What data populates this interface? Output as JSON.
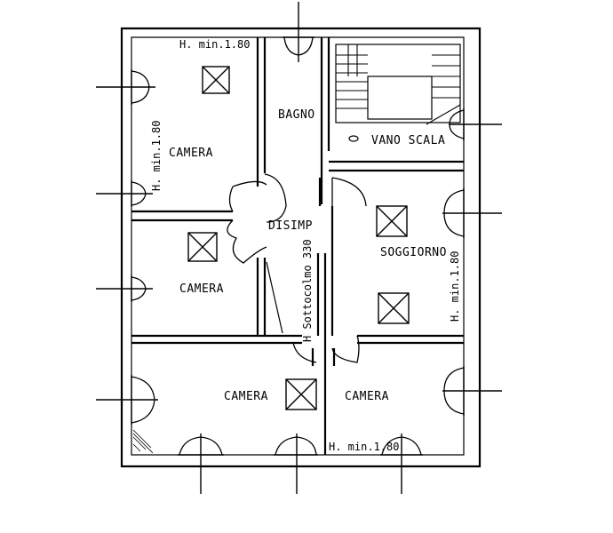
{
  "rooms": {
    "camera_top_left": "CAMERA",
    "bagno": "BAGNO",
    "vano_scala": "VANO SCALA",
    "disimp": "DISIMP",
    "soggiorno": "SOGGIORNO",
    "camera_mid_left": "CAMERA",
    "camera_bottom_left": "CAMERA",
    "camera_bottom_right": "CAMERA"
  },
  "annotations": {
    "height_top": "H. min.1.80",
    "height_left_vertical": "H. min.1.80",
    "height_right_vertical": "H. min.1.80",
    "height_bottom": "H. min.1.80",
    "sottocolmo": "H Sottocolmo 330"
  }
}
